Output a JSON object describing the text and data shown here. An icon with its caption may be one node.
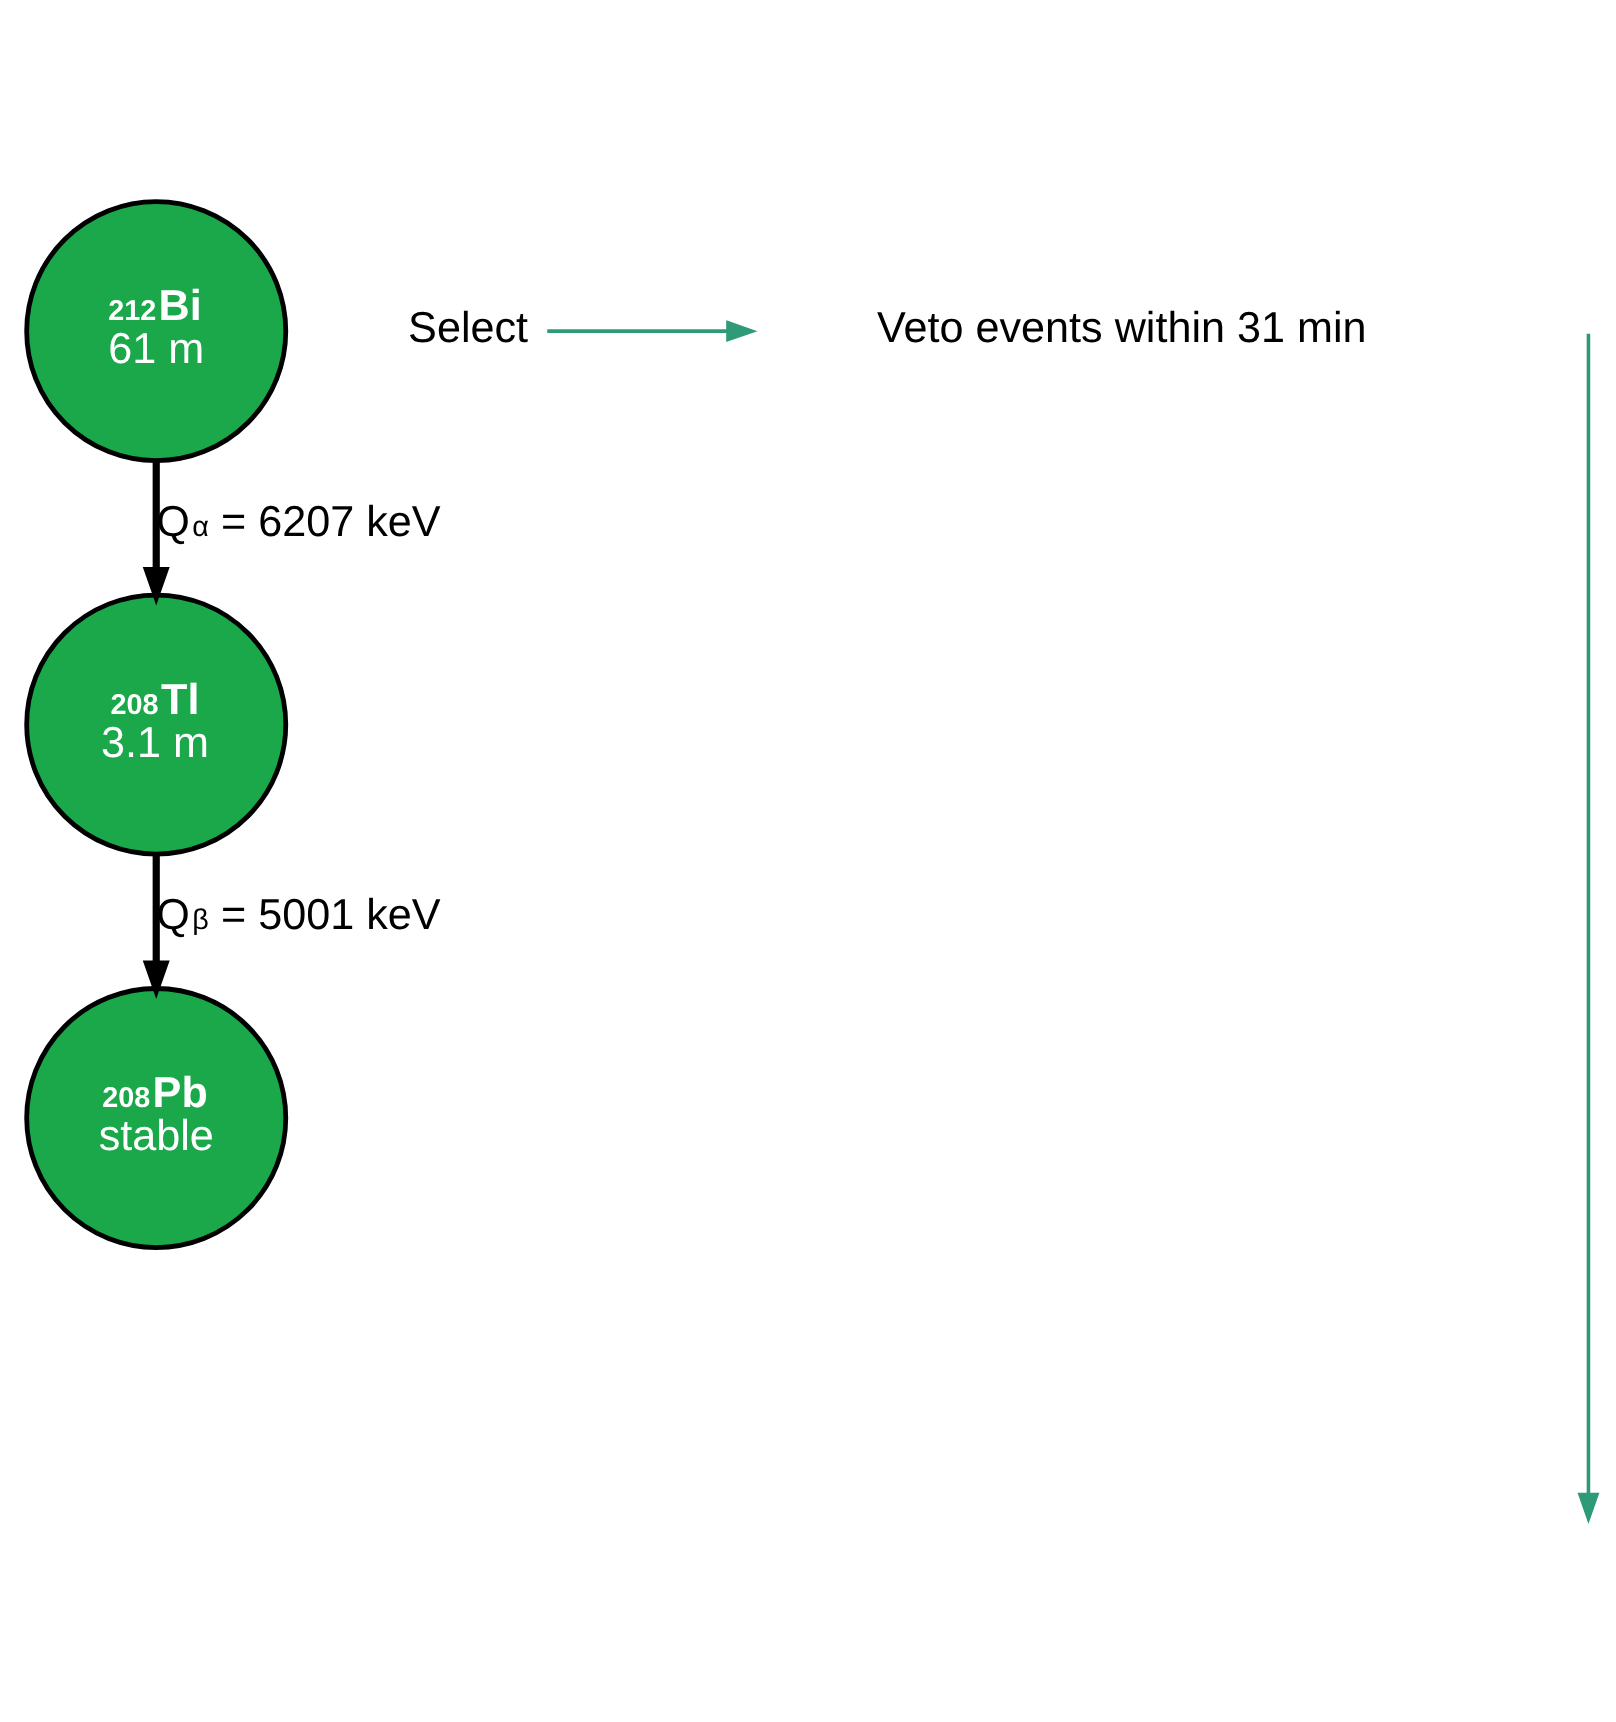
{
  "diagram": {
    "nodes": [
      {
        "text": [
          "$^{212}$Bi",
          "61 m"
        ]
      },
      {
        "text": [
          "Select"
        ]
      },
      {
        "text": [
          "$^{208}$Tl",
          "3.1 m"
        ]
      },
      {
        "text": [
          "$^{208}$Pb",
          "stable"
        ]
      }
    ],
    "edges": [
      {
        "from": 1,
        "to": null,
        "arrow": "to",
        "color": "#2e9a78"
      },
      {
        "from": 0,
        "to": 2,
        "arrow": "to",
        "label": "Q$_{α}$ = 6207 keV"
      },
      {
        "from": 2,
        "to": 3,
        "arrow": "to",
        "label": "Q$_{β}$ = 5001 keV"
      }
    ],
    "labels": [
      "Veto events within 31 min"
    ]
  }
}
